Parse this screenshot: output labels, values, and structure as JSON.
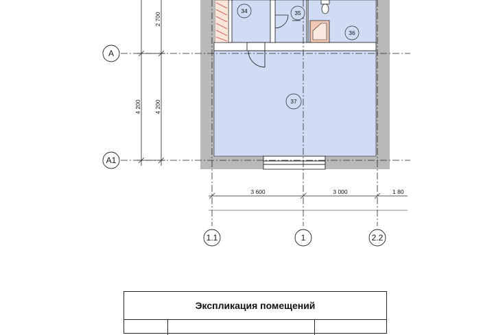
{
  "axes": {
    "rows": [
      "A",
      "A1"
    ],
    "cols": [
      "1.1",
      "1",
      "2.2"
    ]
  },
  "dimensions": {
    "vertical_outer": "4 200",
    "vertical_inner_top": "2 700",
    "vertical_inner_bottom": "4 200",
    "horizontal": [
      "3 600",
      "3 000",
      "1 80"
    ]
  },
  "rooms": [
    "34",
    "35",
    "36",
    "37"
  ],
  "table": {
    "title": "Экспликация помещений"
  },
  "colors": {
    "room_fill": "#cfdcf3",
    "wall": "#b8b8b8",
    "line": "#222222",
    "brick": "#e3b9a0"
  }
}
